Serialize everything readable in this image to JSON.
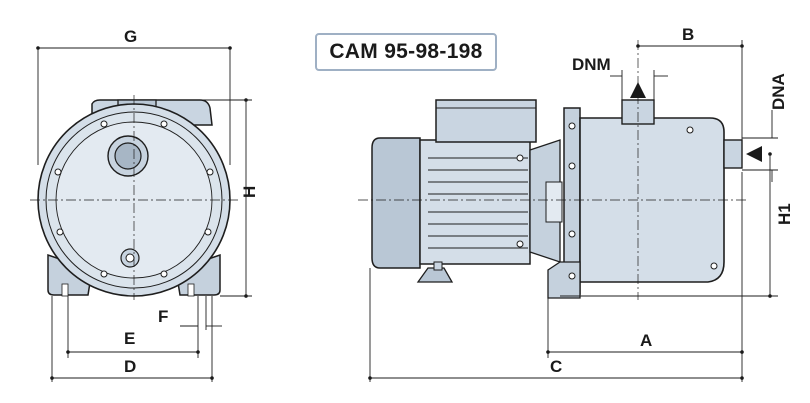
{
  "title": "CAM 95-98-198",
  "colors": {
    "body_fill": "#d4dee8",
    "body_fill_light": "#e6edf3",
    "body_fill_dark": "#aebccb",
    "outline": "#1e1e1e",
    "title_border": "#9fb0c4"
  },
  "dimensions": {
    "G": "G",
    "H": "H",
    "E": "E",
    "D": "D",
    "F": "F",
    "DNM": "DNM",
    "B": "B",
    "DNA": "DNA",
    "H1": "H1",
    "A": "A",
    "C": "C"
  }
}
